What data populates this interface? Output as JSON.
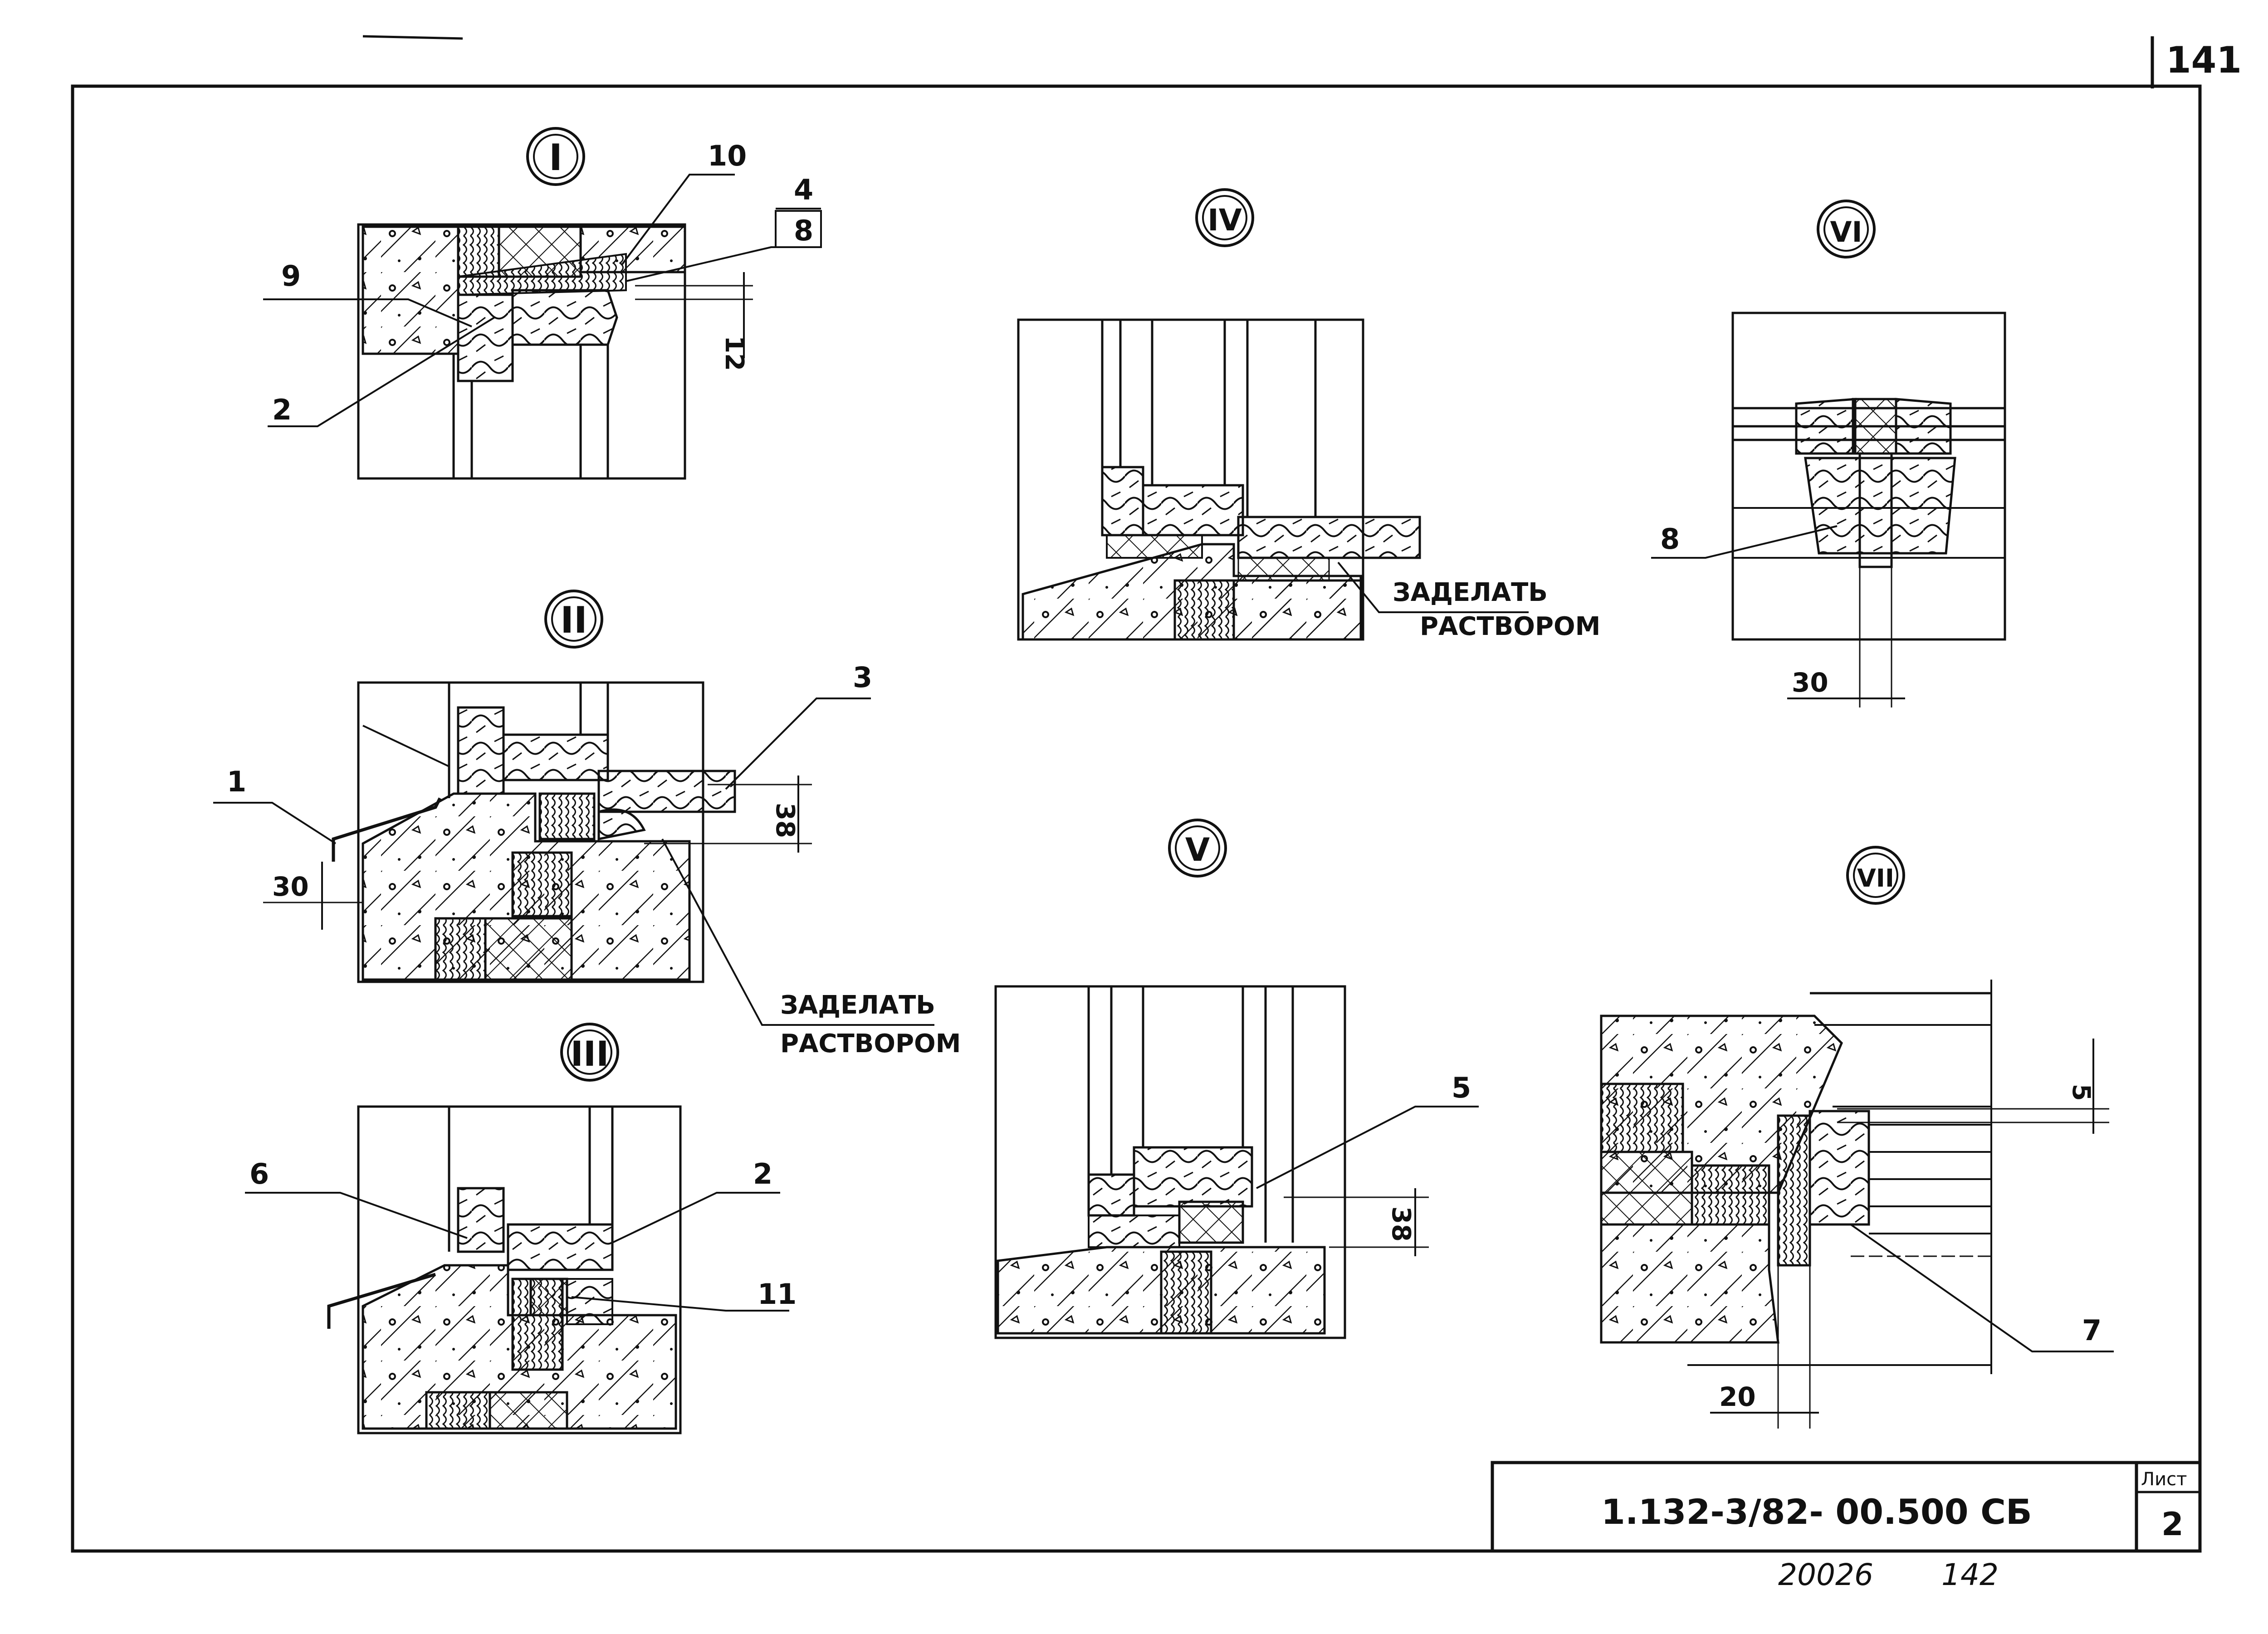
{
  "sheet": {
    "page_number": "141",
    "code": "1.132-3/82- 00.500 СБ",
    "list_label": "Лист",
    "list_number": "2",
    "archive_number": "20026",
    "archive_page": "142"
  },
  "details": {
    "I": {
      "label": "I",
      "callouts": [
        "10",
        "4",
        "8",
        "9",
        "2"
      ],
      "dim": "12"
    },
    "II": {
      "label": "II",
      "callouts": [
        "3",
        "1"
      ],
      "dim_a": "38",
      "dim_b": "30",
      "note_line1": "ЗАДЕЛАТЬ",
      "note_line2": "РАСТВОРОМ"
    },
    "III": {
      "label": "III",
      "callouts": [
        "6",
        "2",
        "11"
      ]
    },
    "IV": {
      "label": "IV",
      "note_line1": "ЗАДЕЛАТЬ",
      "note_line2": "РАСТВОРОМ"
    },
    "V": {
      "label": "V",
      "callouts": [
        "5"
      ],
      "dim": "38"
    },
    "VI": {
      "label": "VI",
      "callouts": [
        "8"
      ],
      "dim": "30"
    },
    "VII": {
      "label": "VII",
      "callouts": [
        "7"
      ],
      "dim_a": "5",
      "dim_b": "20"
    }
  }
}
